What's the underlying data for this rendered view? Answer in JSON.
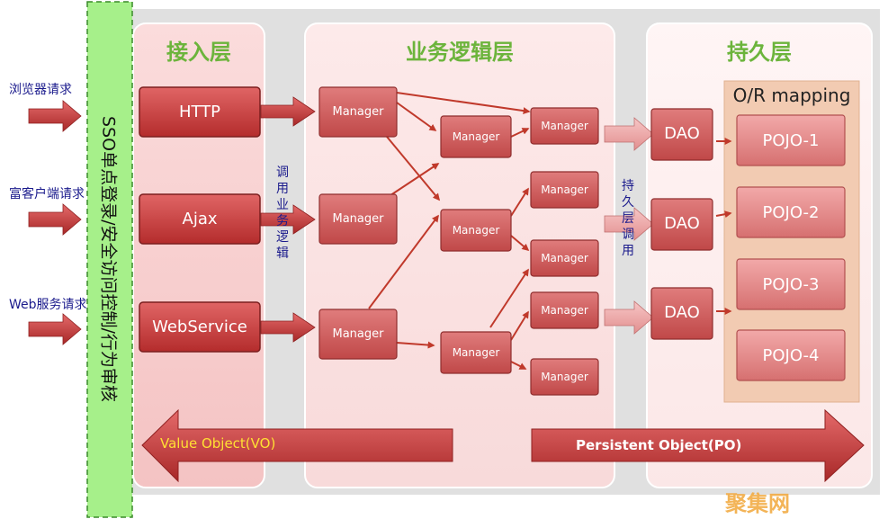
{
  "sso_bar": {
    "text": "SSO单点登录/安全访问控制/行为审核"
  },
  "clients": [
    {
      "label": "浏览器请求"
    },
    {
      "label": "富客户端请求"
    },
    {
      "label": "Web服务请求"
    }
  ],
  "layers": {
    "access": {
      "title": "接入层",
      "nodes": [
        "HTTP",
        "Ajax",
        "WebService"
      ]
    },
    "business": {
      "title": "业务逻辑层",
      "manager_label": "Manager"
    },
    "persistence": {
      "title": "持久层",
      "dao_label": "DAO",
      "mapping_title": "O/R mapping",
      "pojos": [
        "POJO-1",
        "POJO-2",
        "POJO-3",
        "POJO-4"
      ]
    }
  },
  "call_labels": {
    "business_call": "调\n用\n业\n务\n逻\n辑",
    "persistence_call": "持\n久\n层\n调\n用"
  },
  "flows": {
    "vo": "Value Object(VO)",
    "po": "Persistent Object(PO)"
  },
  "watermark": "聚集网",
  "colors": {
    "title_green": "#6cb43c",
    "client_text": "#1a1a8c",
    "vo_text": "#ffe033",
    "sso_fill": "#a6f08a"
  }
}
